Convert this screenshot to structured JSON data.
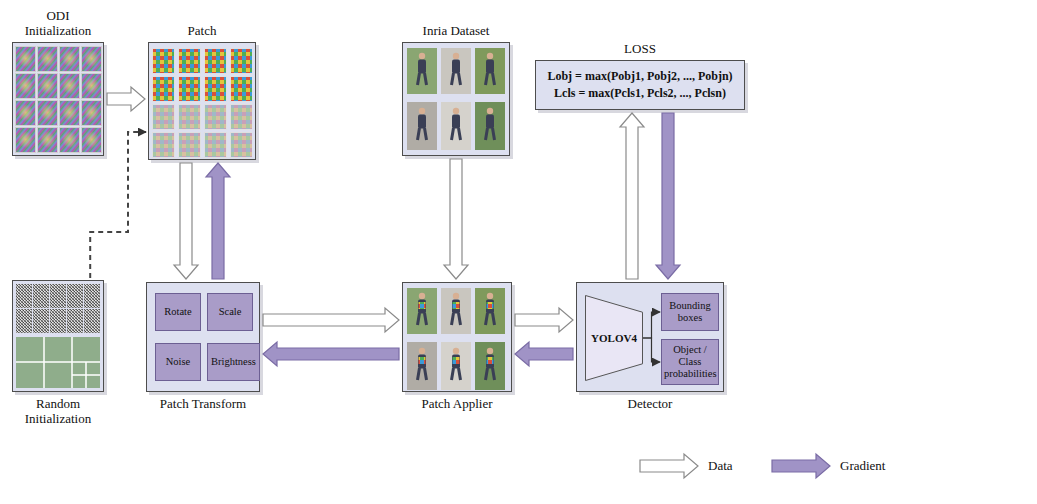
{
  "diagram": {
    "nodes": [
      {
        "text": [
          "ODI Initialization"
        ]
      },
      {
        "text": [
          "Patch"
        ]
      },
      {
        "text": [
          "Inria Dataset"
        ]
      },
      {
        "text": [
          "LOSS",
          "Lobj = max(Pobj1, Pobj2, ..., Pobjn)",
          "Lcls = max(Pcls1, Pcls2, ..., Pclsn)"
        ]
      },
      {
        "text": [
          "Random Initialization"
        ]
      },
      {
        "text": [
          "Patch Transform"
        ]
      },
      {
        "text": [
          "Rotate"
        ],
        "in": 5
      },
      {
        "text": [
          "Scale"
        ],
        "in": 5
      },
      {
        "text": [
          "Noise"
        ],
        "in": 5
      },
      {
        "text": [
          "Brightness"
        ],
        "in": 5
      },
      {
        "text": [
          "Patch Applier"
        ]
      },
      {
        "text": [
          "Detector"
        ]
      },
      {
        "text": [
          "YOLOV4"
        ],
        "in": 11
      },
      {
        "text": [
          "Bounding boxes"
        ],
        "in": 11
      },
      {
        "text": [
          "Object / Class probabilities"
        ],
        "in": 11
      }
    ],
    "edges": [
      {
        "from": 0,
        "to": 1,
        "arrow": "to"
      },
      {
        "from": 4,
        "to": 1,
        "arrow": "to"
      },
      {
        "from": 1,
        "to": 5,
        "arrow": "to"
      },
      {
        "from": 5,
        "to": 1,
        "arrow": "to"
      },
      {
        "from": 5,
        "to": 10,
        "arrow": "to"
      },
      {
        "from": 10,
        "to": 5,
        "arrow": "to"
      },
      {
        "from": 2,
        "to": 10,
        "arrow": "to"
      },
      {
        "from": 10,
        "to": 11,
        "arrow": "to"
      },
      {
        "from": 11,
        "to": 10,
        "arrow": "to"
      },
      {
        "from": 11,
        "to": 3,
        "arrow": "to"
      },
      {
        "from": 3,
        "to": 11,
        "arrow": "to"
      },
      {
        "from": 12,
        "to": 13,
        "arrow": "to"
      },
      {
        "from": 12,
        "to": 14,
        "arrow": "to"
      }
    ],
    "legend": [
      {
        "text": "Data"
      },
      {
        "text": "Gradient"
      }
    ]
  }
}
